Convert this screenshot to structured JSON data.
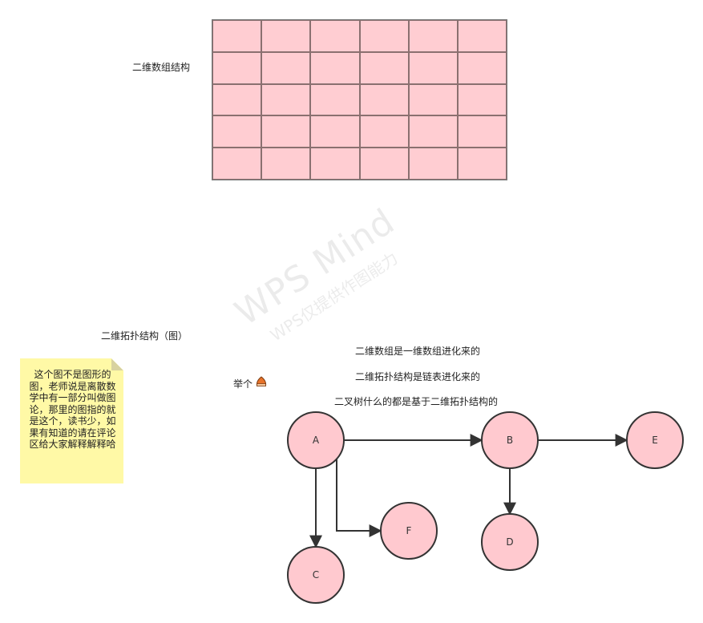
{
  "grid": {
    "label": "二维数组结构",
    "rows": 5,
    "cols": 6,
    "cell_color": "#ffcdd2"
  },
  "topology_label": "二维拓扑结构（图）",
  "watermark": {
    "line1": "WPS Mind",
    "line2": "WPS仅提供作图能力"
  },
  "note": {
    "text": "这个图不是图形的图，老师说是离散数学中有一部分叫做图论，那里的图指的就是这个，读书少，如果有知道的请在评论区给大家解释解释哈",
    "color": "#fff9a6"
  },
  "example": {
    "label": "举个",
    "icon": "chestnut-icon"
  },
  "descriptions": [
    "二维数组是一维数组进化来的",
    "二维拓扑结构是链表进化来的",
    "二叉树什么的都是基于二维拓扑结构的"
  ],
  "graph": {
    "node_color": "#ffc9cf",
    "nodes": [
      {
        "id": "A",
        "label": "A"
      },
      {
        "id": "B",
        "label": "B"
      },
      {
        "id": "E",
        "label": "E"
      },
      {
        "id": "F",
        "label": "F"
      },
      {
        "id": "D",
        "label": "D"
      },
      {
        "id": "C",
        "label": "C"
      }
    ],
    "edges": [
      {
        "from": "A",
        "to": "B"
      },
      {
        "from": "B",
        "to": "E"
      },
      {
        "from": "A",
        "to": "C"
      },
      {
        "from": "A",
        "to": "F"
      },
      {
        "from": "B",
        "to": "D"
      }
    ]
  }
}
